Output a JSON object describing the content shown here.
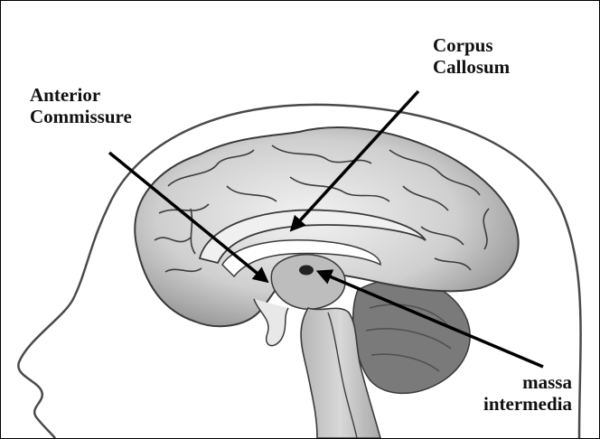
{
  "labels": {
    "corpus_callosum": {
      "line1": "Corpus",
      "line2": "Callosum"
    },
    "anterior_commissure": {
      "line1": "Anterior",
      "line2": "Commissure"
    },
    "massa_intermedia": {
      "line1": "massa",
      "line2": "intermedia"
    }
  },
  "colors": {
    "outline": "#3a3a3a",
    "cortex_light": "#e6e6e6",
    "cortex_dark": "#9a9a9a",
    "brainstem": "#c8c8c8",
    "cerebellum": "#7a7a7a",
    "cerebellum_dark": "#5a5a5a",
    "arrow": "#000000"
  }
}
